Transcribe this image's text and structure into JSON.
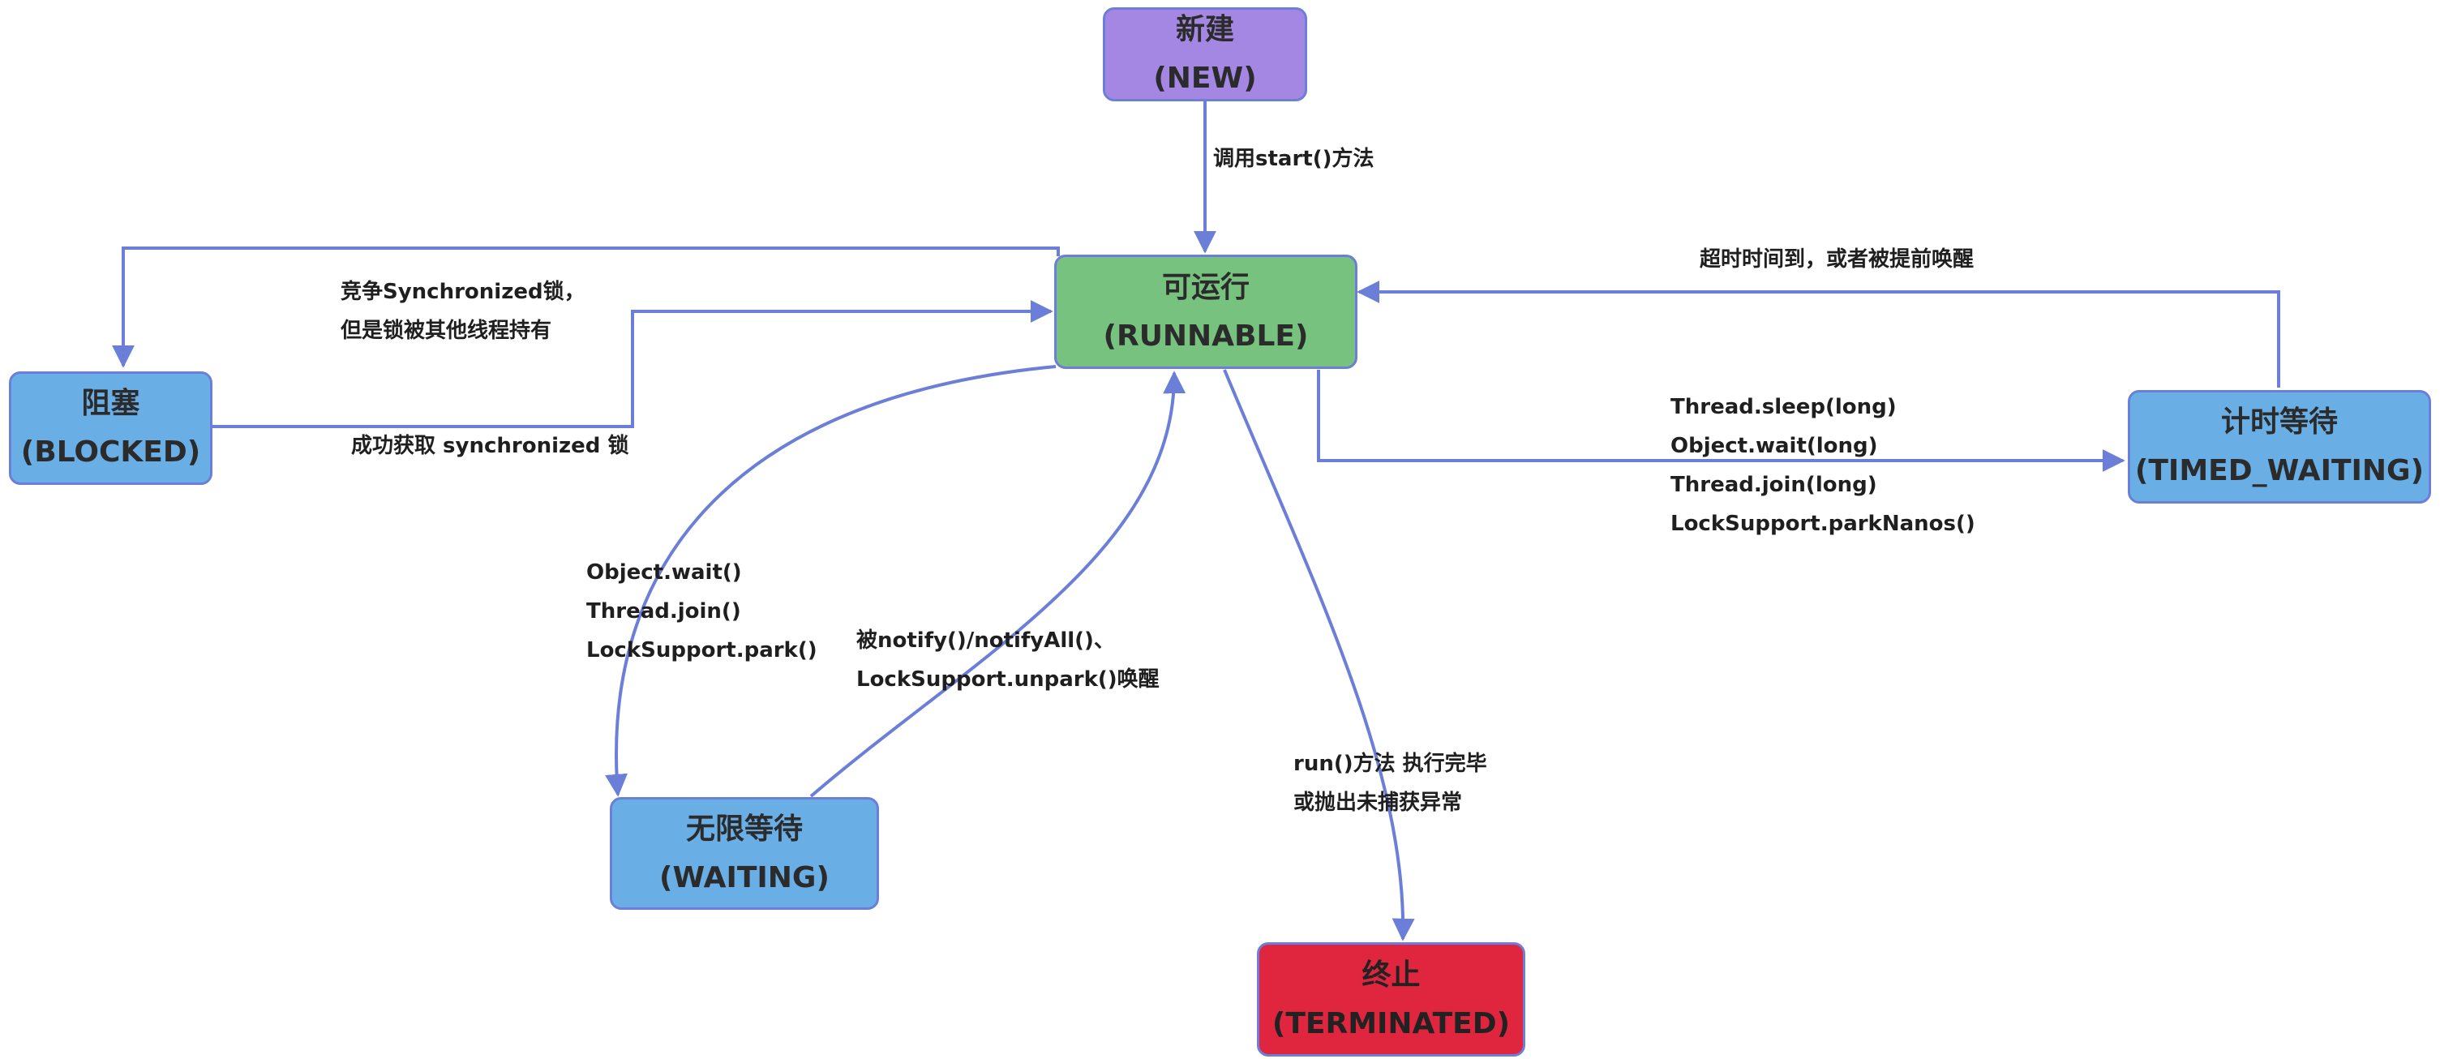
{
  "colors": {
    "edge": "#6c7fd8",
    "new": "#a487e3",
    "runnable": "#77c27f",
    "blocked": "#6aaee6",
    "waiting": "#6aaee6",
    "timed_waiting": "#6aaee6",
    "terminated": "#e0263f"
  },
  "states": {
    "new": {
      "name": "新建",
      "code": "(NEW)"
    },
    "runnable": {
      "name": "可运行",
      "code": "(RUNNABLE)"
    },
    "blocked": {
      "name": "阻塞",
      "code": "(BLOCKED)"
    },
    "waiting": {
      "name": "无限等待",
      "code": "(WAITING)"
    },
    "timed_waiting": {
      "name": "计时等待",
      "code": "(TIMED_WAITING)"
    },
    "terminated": {
      "name": "终止",
      "code": "(TERMINATED)"
    }
  },
  "transitions": {
    "new_to_runnable": {
      "lines": [
        "调用start()方法"
      ]
    },
    "runnable_to_blocked": {
      "lines": [
        "竞争Synchronized锁，",
        "但是锁被其他线程持有"
      ]
    },
    "blocked_to_runnable": {
      "lines": [
        "成功获取 synchronized 锁"
      ]
    },
    "timed_to_runnable": {
      "lines": [
        "超时时间到，或者被提前唤醒"
      ]
    },
    "runnable_to_timed": {
      "lines": [
        "Thread.sleep(long)",
        "Object.wait(long)",
        "Thread.join(long)",
        "LockSupport.parkNanos()"
      ]
    },
    "runnable_to_waiting": {
      "lines": [
        "Object.wait()",
        "Thread.join()",
        "LockSupport.park()"
      ]
    },
    "waiting_to_runnable": {
      "lines": [
        "被notify()/notifyAll()、",
        "LockSupport.unpark()唤醒"
      ]
    },
    "runnable_to_terminated": {
      "lines": [
        "run()方法 执行完毕",
        "或抛出未捕获异常"
      ]
    }
  }
}
